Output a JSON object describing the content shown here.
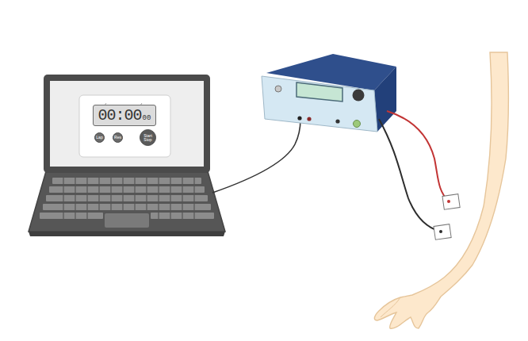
{
  "diagram": {
    "nodes": [
      {
        "text": [
          "00:00",
          "00"
        ]
      },
      {
        "text": [
          "Lap"
        ]
      },
      {
        "text": [
          "Res"
        ]
      },
      {
        "text": [
          "Start Stop"
        ]
      }
    ]
  }
}
